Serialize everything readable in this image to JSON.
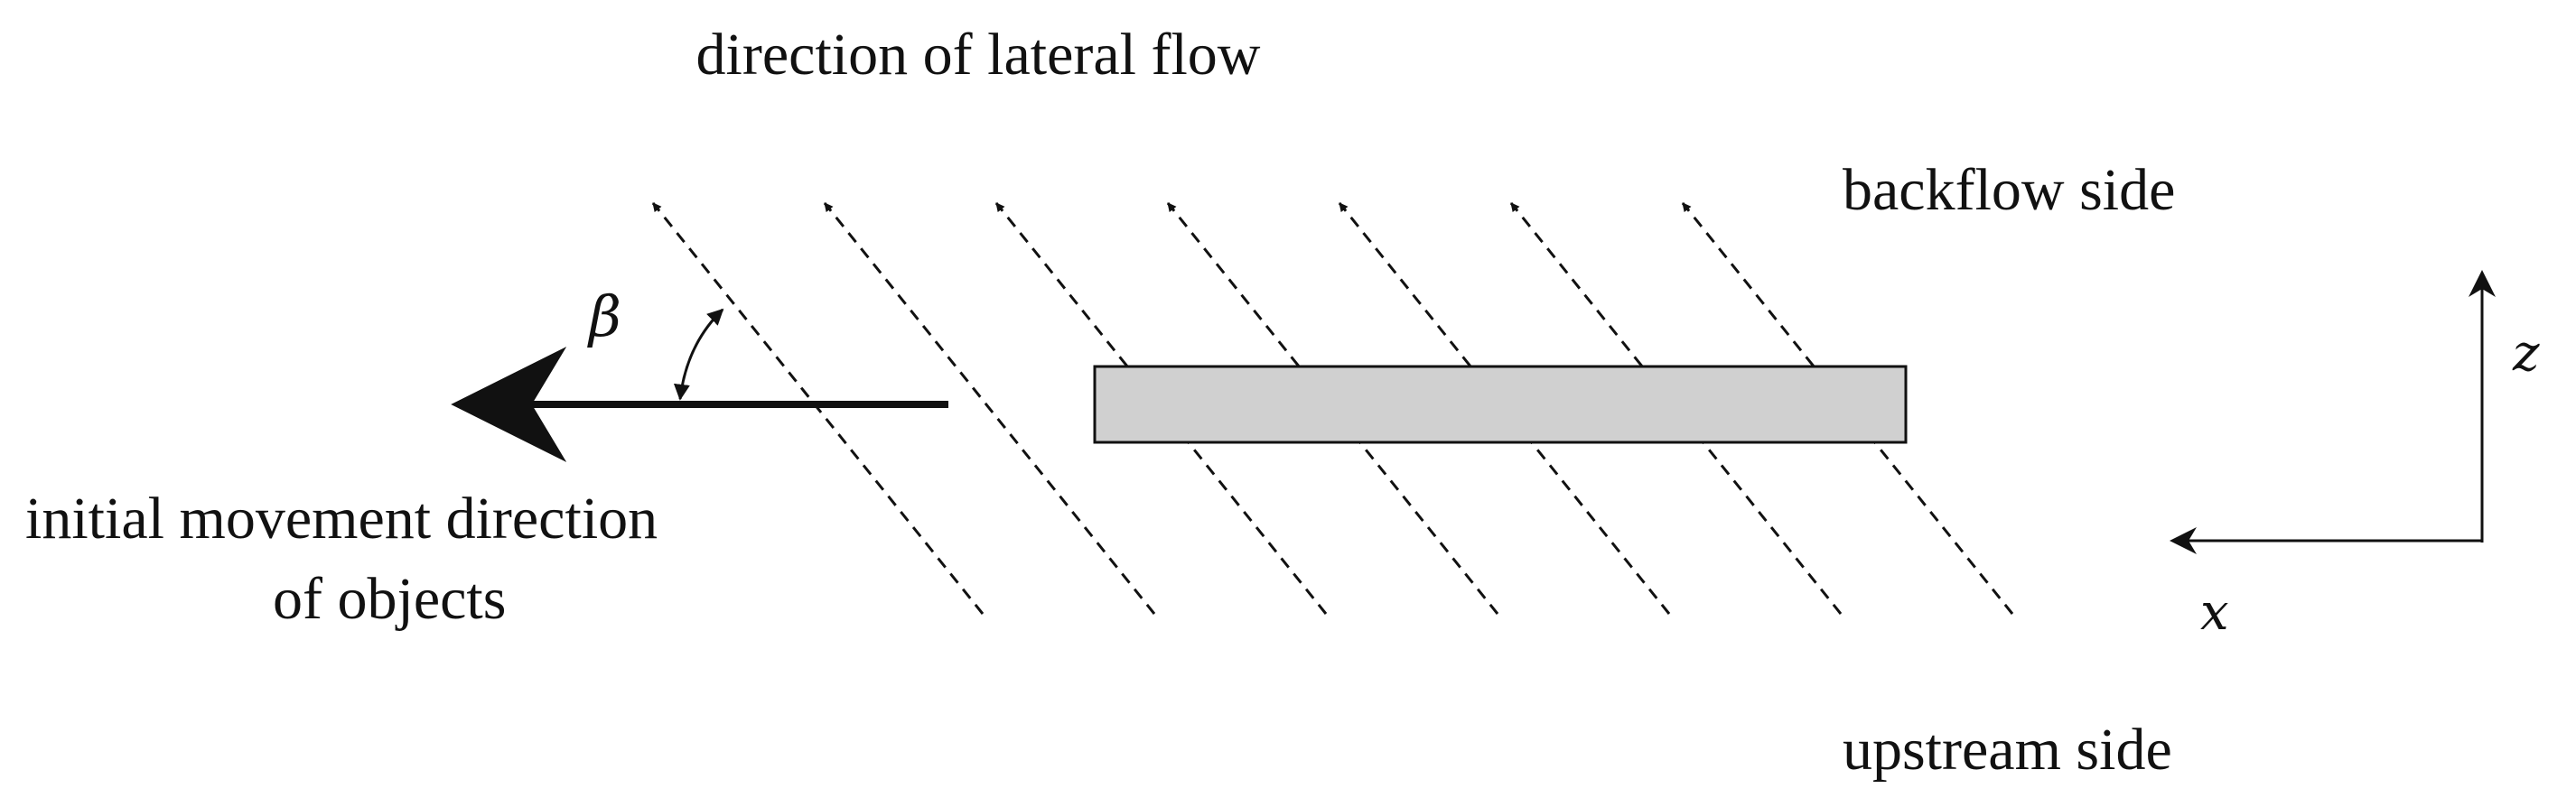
{
  "labels": {
    "lateral_flow": "direction of lateral flow",
    "backflow_side": "backflow side",
    "upstream_side": "upstream side",
    "movement_line1": "initial movement direction",
    "movement_line2": "of objects"
  },
  "symbols": {
    "angle": "β",
    "axis_x": "x",
    "axis_z": "z"
  },
  "flow_line_count": 7,
  "colors": {
    "stroke": "#111111",
    "object_fill": "#d0d0d0",
    "background": "#ffffff"
  }
}
